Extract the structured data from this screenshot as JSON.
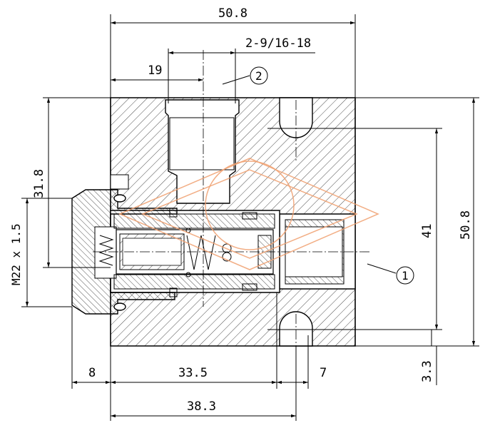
{
  "dimensions": {
    "top_width": "50.8",
    "port_thread": "2-9/16-18",
    "port_offset": "19",
    "left_height": "31.8",
    "cartridge_thread": "M22 x 1.5",
    "right_inner_height": "41",
    "right_total_height": "50.8",
    "bottom_left": "8",
    "bottom_mid": "33.5",
    "bottom_right": "7",
    "bottom_total": "38.3",
    "bottom_step": "3.3"
  },
  "callouts": {
    "port_1": "1",
    "port_2": "2"
  },
  "colors": {
    "line": "#000000",
    "watermark": "#f0a070"
  }
}
